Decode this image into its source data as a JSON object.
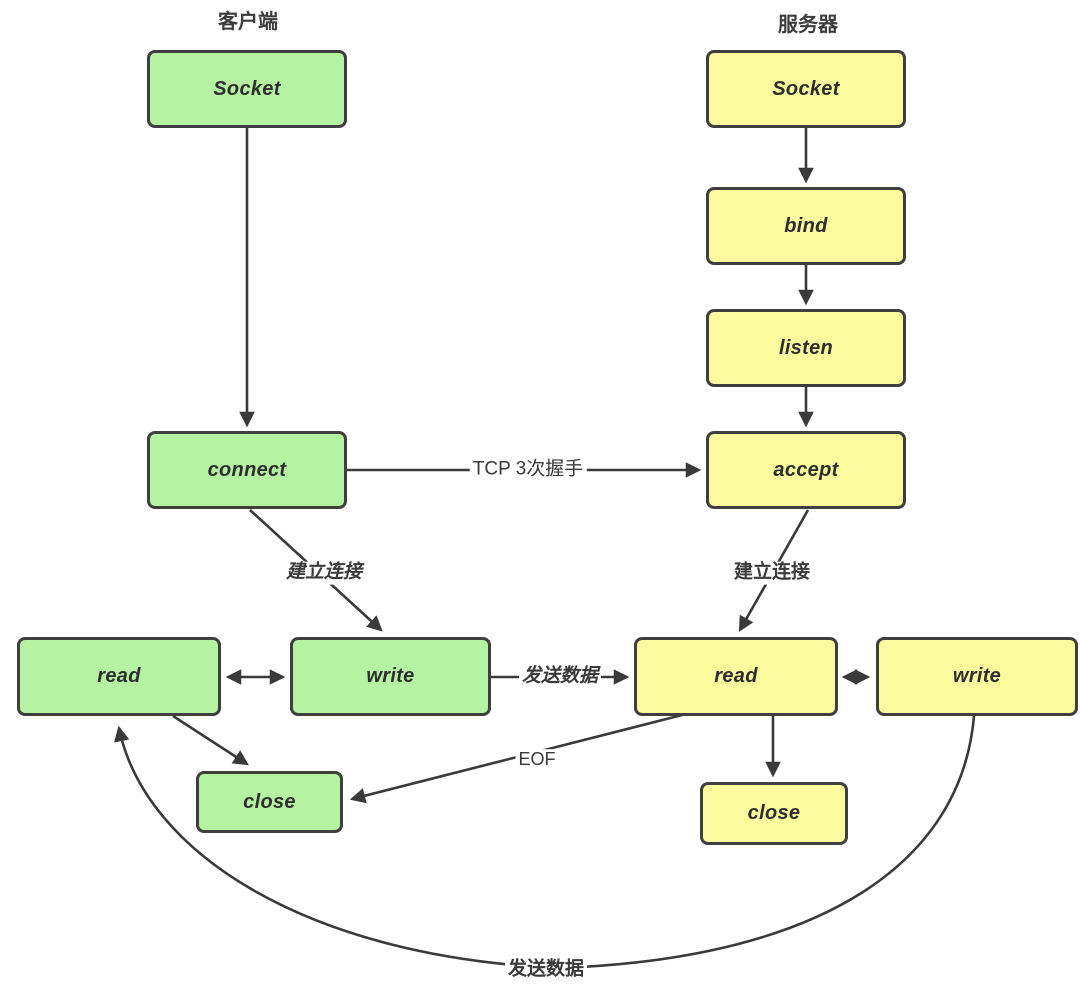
{
  "diagram": {
    "titles": {
      "client": "客户端",
      "server": "服务器"
    },
    "colors": {
      "client_fill": "#b5f2a1",
      "server_fill": "#fbfa9d",
      "node_border": "#3f3f3f",
      "line": "#3a3a3a",
      "text": "#303030",
      "background": "#ffffff"
    },
    "nodes": {
      "client_socket": "Socket",
      "client_connect": "connect",
      "client_read": "read",
      "client_write": "write",
      "client_close": "close",
      "server_socket": "Socket",
      "server_bind": "bind",
      "server_listen": "listen",
      "server_accept": "accept",
      "server_read": "read",
      "server_write": "write",
      "server_close": "close"
    },
    "edge_labels": {
      "handshake": "TCP 3次握手",
      "establish_client": "建立连接",
      "establish_server": "建立连接",
      "send_data": "发送数据",
      "eof": "EOF",
      "send_data_return": "发送数据"
    }
  }
}
